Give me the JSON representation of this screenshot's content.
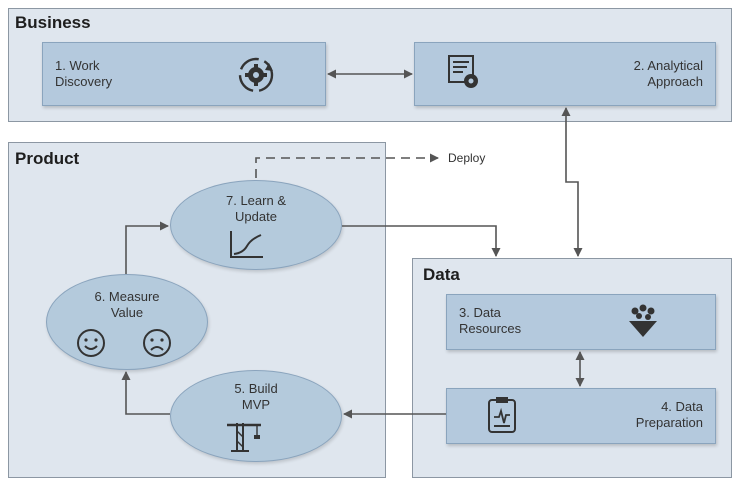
{
  "panels": {
    "business": "Business",
    "product": "Product",
    "data": "Data"
  },
  "steps": {
    "work_discovery": [
      "1. Work",
      "Discovery"
    ],
    "analytical_approach": [
      "2. Analytical",
      "Approach"
    ],
    "data_resources": [
      "3. Data",
      "Resources"
    ],
    "data_preparation": [
      "4. Data",
      "Preparation"
    ],
    "build_mvp": [
      "5. Build",
      "MVP"
    ],
    "measure_value": [
      "6. Measure",
      "Value"
    ],
    "learn_update": [
      "7. Learn &",
      "Update"
    ]
  },
  "deploy_label": "Deploy",
  "icons": [
    "gear-cycle-icon",
    "document-settings-icon",
    "data-funnel-icon",
    "clipboard-chart-icon",
    "crane-icon",
    "smiley-icon",
    "sad-face-icon",
    "line-chart-icon"
  ],
  "colors": {
    "panel_bg": "#dfe6ee",
    "box_fill": "#b4c9dd",
    "arrow": "#555555"
  }
}
